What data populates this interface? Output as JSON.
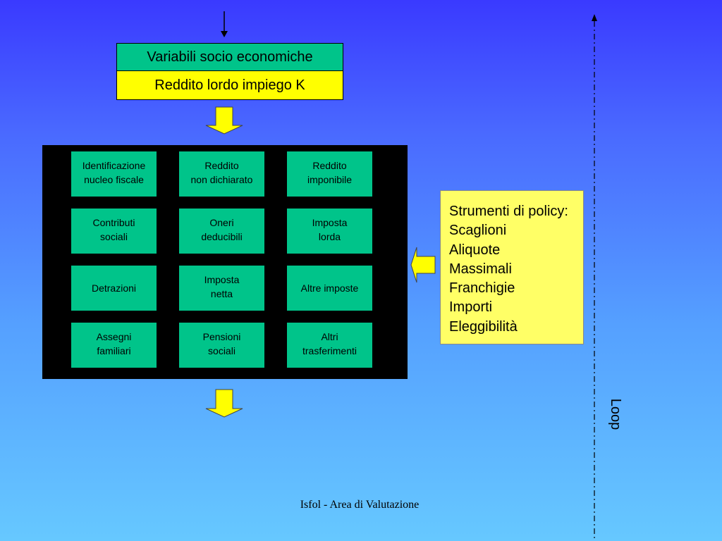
{
  "input": {
    "title": "Variabili socio economiche",
    "subtitle": "Reddito lordo impiego K"
  },
  "modules": {
    "rows": [
      [
        "Identificazione\nnucleo fiscale",
        "Reddito\nnon dichiarato",
        "Reddito\nimponibile"
      ],
      [
        "Contributi\nsociali",
        "Oneri\ndeducibili",
        "Imposta\nlorda"
      ],
      [
        "Detrazioni",
        "Imposta\nnetta",
        "Altre imposte"
      ],
      [
        "Assegni\nfamiliari",
        "Pensioni\nsociali",
        "Altri\ntrasferimenti"
      ]
    ]
  },
  "policy": {
    "lines": [
      "Strumenti di policy:",
      "Scaglioni",
      "Aliquote",
      "Massimali",
      "Franchigie",
      "Importi",
      "Eleggibilità"
    ]
  },
  "loop": {
    "label": "Loop"
  },
  "footer": {
    "text": "Isfol - Area di Valutazione"
  },
  "colors": {
    "module_fill": "#00c48a",
    "highlight_fill": "#ffff00",
    "policy_fill": "#ffff66",
    "panel": "#000000"
  }
}
